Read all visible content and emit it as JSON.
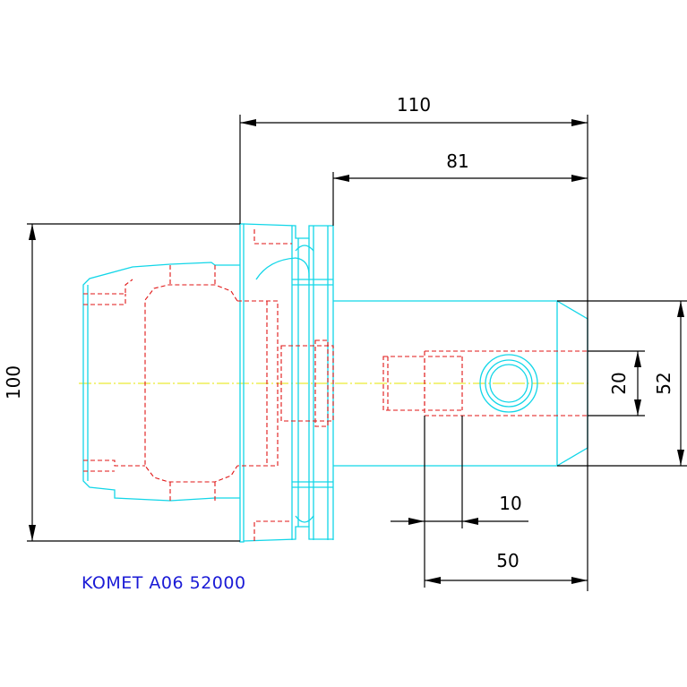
{
  "drawing": {
    "colors": {
      "outline": "#12d6e8",
      "hidden_lines": "#e01515",
      "centerline": "#e6e600",
      "dimensions": "#000000",
      "caption": "#1a1ad6"
    },
    "dimensions": {
      "overall_length": "110",
      "shank_length": "81",
      "flange_diameter": "100",
      "shank_diameter": "52",
      "bore_diameter": "20",
      "slot_width": "10",
      "bore_depth": "50"
    },
    "caption": "KOMET A06 52000"
  }
}
